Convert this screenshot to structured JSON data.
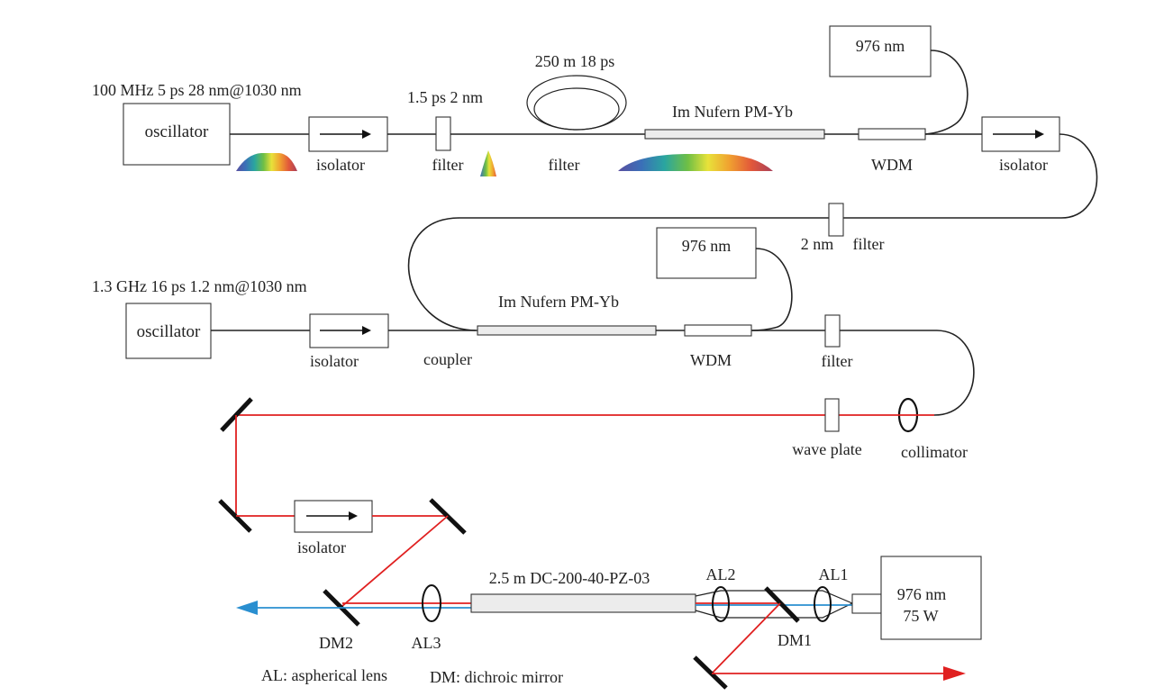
{
  "labels": {
    "osc1_spec": "100 MHz 5 ps 28 nm@1030 nm",
    "osc1": "oscillator",
    "isolator1": "isolator",
    "filter1_spec": "1.5 ps 2 nm",
    "filter1": "filter",
    "fiber_spec": "250 m 18 ps",
    "filter2": "filter",
    "amp1": "Im Nufern PM-Yb",
    "pump1": "976 nm",
    "wdm1": "WDM",
    "isolator2": "isolator",
    "filter3_spec": "2 nm",
    "filter3": "filter",
    "pump2": "976 nm",
    "osc2_spec": "1.3 GHz 16 ps 1.2 nm@1030 nm",
    "osc2": "oscillator",
    "isolator3": "isolator",
    "coupler": "coupler",
    "amp2": "Im Nufern PM-Yb",
    "wdm2": "WDM",
    "filter4": "filter",
    "wave_plate": "wave plate",
    "collimator": "collimator",
    "isolator4": "isolator",
    "main_fiber": "2.5 m DC-200-40-PZ-03",
    "al2": "AL2",
    "al1": "AL1",
    "pump3_line1": "976 nm",
    "pump3_line2": "75 W",
    "dm2": "DM2",
    "al3": "AL3",
    "dm1": "DM1",
    "legend_al": "AL: aspherical lens",
    "legend_dm": "DM: dichroic mirror"
  },
  "colors": {
    "signal_beam": "#e02020",
    "output_beam": "#2a8fd0",
    "fiber": "#222222"
  },
  "icons": {
    "spectrum": "rainbow-spectrum-icon",
    "isolator_arrow": "arrow-right-icon",
    "mirror": "mirror-icon",
    "lens": "lens-icon",
    "fiber_coil": "fiber-coil-icon"
  }
}
